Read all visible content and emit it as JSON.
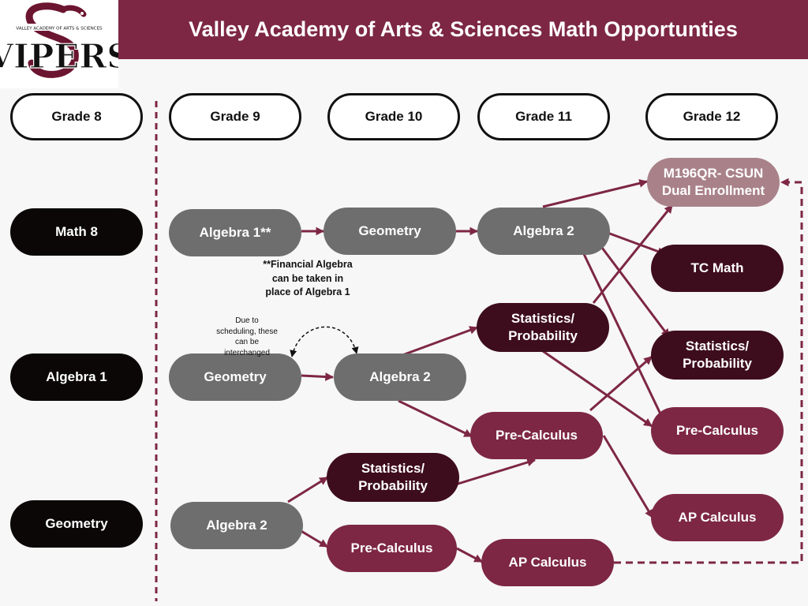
{
  "title": "Valley Academy of Arts & Sciences Math Opportunties",
  "logo": {
    "word": "VIPERS",
    "school": "VALLEY ACADEMY OF ARTS & SCIENCES"
  },
  "grades": [
    "Grade 8",
    "Grade 9",
    "Grade 10",
    "Grade 11",
    "Grade 12"
  ],
  "starts": [
    "Math 8",
    "Algebra 1",
    "Geometry"
  ],
  "grade9": [
    "Algebra 1**",
    "Geometry",
    "Algebra 2"
  ],
  "grade10": [
    "Geometry",
    "Algebra 2",
    "Statistics/ Probability",
    "Pre-Calculus"
  ],
  "grade11": [
    "Algebra 2",
    "Statistics/ Probability",
    "Pre-Calculus",
    "AP Calculus"
  ],
  "grade12": [
    "M196QR- CSUN Dual Enrollment",
    "TC Math",
    "Statistics/ Probability",
    "Pre-Calculus",
    "AP Calculus"
  ],
  "notes": {
    "financial": "**Financial Algebra can be taken in place of Algebra 1",
    "scheduling": "Due to scheduling, these can be interchanged"
  },
  "colors": {
    "maroon": "#7d2744",
    "dark_maroon": "#3e0d1d",
    "mauve": "#a98289",
    "gray": "#6e6e6e",
    "black": "#0b0707"
  }
}
